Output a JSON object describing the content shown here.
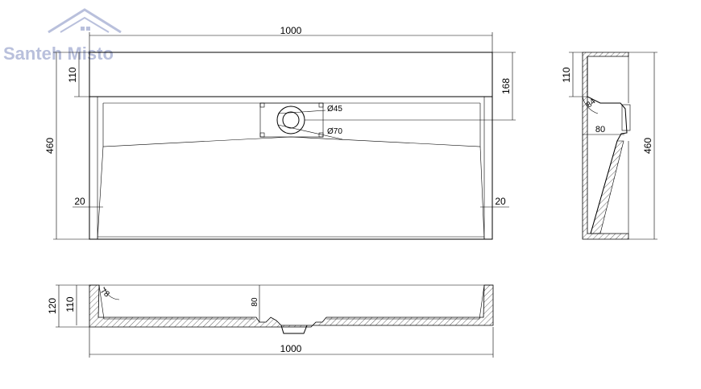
{
  "logo": {
    "text": "Santeh Misto",
    "color": "#b9c0dc"
  },
  "top_view": {
    "dim_width": "1000",
    "dim_depth": "460",
    "dim_back_ledge": "110",
    "dim_drain_offset": "168",
    "dim_side_left": "20",
    "dim_side_right": "20",
    "drain_inner_diameter": "Ø45",
    "drain_outer_diameter": "Ø70"
  },
  "side_view": {
    "dim_height": "460",
    "dim_ledge": "110",
    "dim_inner": "80",
    "angle_label": "84"
  },
  "front_view": {
    "dim_width": "1000",
    "dim_total_height": "120",
    "dim_inner_height": "110",
    "dim_drain_height": "80",
    "angle_label": "78"
  }
}
